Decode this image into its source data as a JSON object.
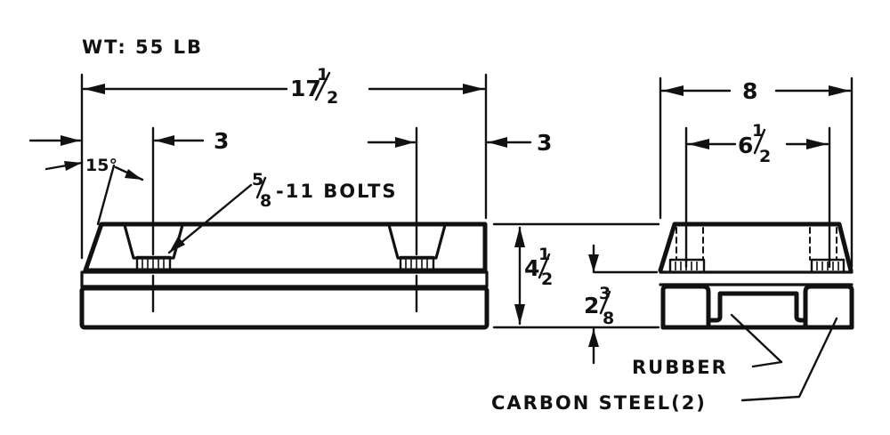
{
  "title": "WT: 55 LB",
  "dims": {
    "overall_length": {
      "whole": "17",
      "num": "1",
      "den": "2"
    },
    "end_offset_left": "3",
    "end_offset_right": "3",
    "chamfer_angle": "15°",
    "bolts": {
      "num": "5",
      "den": "8",
      "rest": "-11 BOLTS"
    },
    "height": {
      "whole": "4",
      "num": "1",
      "den": "2"
    },
    "lower_height": {
      "whole": "2",
      "num": "3",
      "den": "8"
    },
    "width": "8",
    "bolt_spacing": {
      "whole": "6",
      "num": "1",
      "den": "2"
    }
  },
  "callouts": {
    "rubber": "RUBBER",
    "carbon_steel": "CARBON STEEL(2)"
  }
}
